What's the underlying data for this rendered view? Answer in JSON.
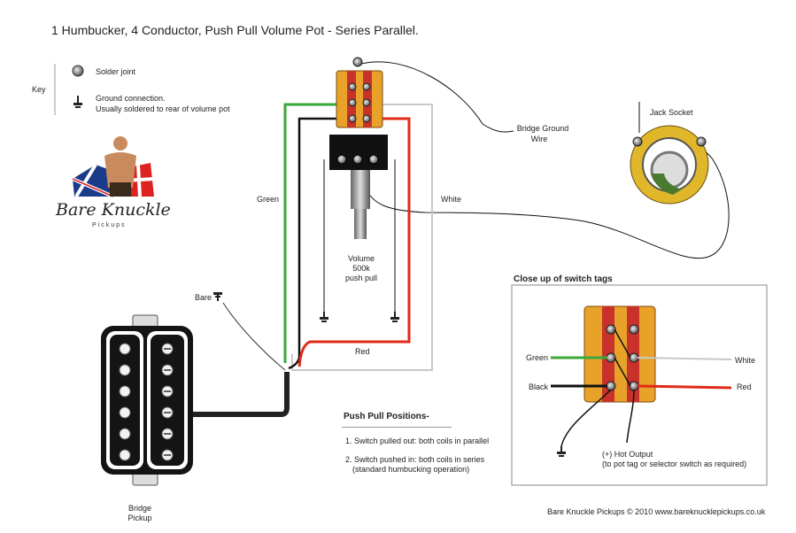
{
  "title": "1 Humbucker, 4 Conductor, Push Pull Volume Pot - Series Parallel.",
  "key": {
    "heading": "Key",
    "solder_joint": "Solder joint",
    "ground_line1": "Ground connection.",
    "ground_line2": "Usually soldered to rear of volume pot"
  },
  "brand": {
    "name": "Bare Knuckle",
    "sub": "Pickups"
  },
  "labels": {
    "green": "Green",
    "white": "White",
    "bare": "Bare",
    "red": "Red",
    "bridge_ground_1": "Bridge Ground",
    "bridge_ground_2": "Wire",
    "jack_socket": "Jack Socket",
    "volume_1": "Volume",
    "volume_2": "500k",
    "volume_3": "push pull",
    "bridge_pickup_1": "Bridge",
    "bridge_pickup_2": "Pickup"
  },
  "push_pull": {
    "heading": "Push Pull Positions-",
    "item1": "1. Switch pulled out:  both coils in parallel",
    "item2": "2. Switch pushed in:  both coils in series",
    "item2b": "(standard humbucking operation)"
  },
  "closeup": {
    "heading": "Close up of switch tags",
    "green": "Green",
    "black": "Black",
    "white": "White",
    "red": "Red",
    "hot_1": "(+) Hot Output",
    "hot_2": "(to pot tag or selector switch as required)"
  },
  "footer": "Bare Knuckle Pickups © 2010   www.bareknucklepickups.co.uk",
  "colors": {
    "wire_green": "#3aa83a",
    "wire_red": "#e02a1a",
    "wire_black": "#111111",
    "wire_white": "#c8c8c8",
    "switch_orange": "#e8a22a",
    "switch_red": "#c8322a",
    "jack_yellow": "#e0b62a",
    "pickup_black": "#141414"
  }
}
